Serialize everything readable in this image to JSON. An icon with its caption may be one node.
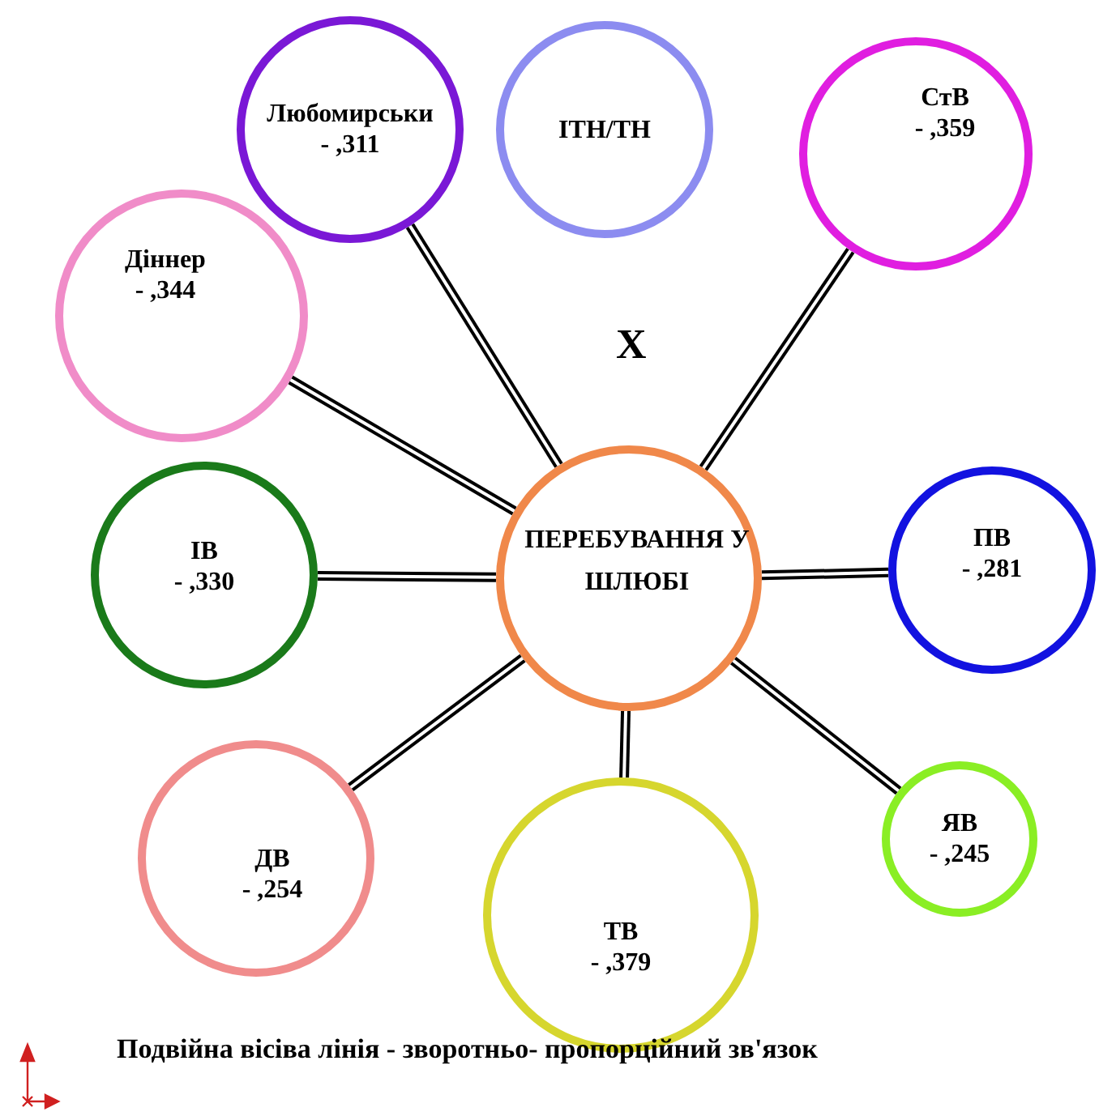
{
  "diagram": {
    "nodes": [
      {
        "text": [
          "Любомирськи",
          "- ,311"
        ]
      },
      {
        "text": [
          "ІТН/ТН"
        ]
      },
      {
        "text": [
          "СтВ",
          "- ,359"
        ]
      },
      {
        "text": [
          "Діннер",
          "- ,344"
        ]
      },
      {
        "text": [
          "ІВ",
          "- ,330"
        ]
      },
      {
        "text": [
          "ПЕРЕБУВАННЯ У ШЛЮБІ"
        ]
      },
      {
        "text": [
          "ПВ",
          "- ,281"
        ]
      },
      {
        "text": [
          "ДВ",
          "- ,254"
        ]
      },
      {
        "text": [
          "ТВ",
          "- ,379"
        ]
      },
      {
        "text": [
          "ЯВ",
          "- ,245"
        ]
      }
    ],
    "edges": [
      {
        "from": 0,
        "to": 5,
        "arrow": "none"
      },
      {
        "from": 3,
        "to": 5,
        "arrow": "none"
      },
      {
        "from": 2,
        "to": 5,
        "arrow": "none"
      },
      {
        "from": 4,
        "to": 5,
        "arrow": "none"
      },
      {
        "from": 6,
        "to": 5,
        "arrow": "none"
      },
      {
        "from": 7,
        "to": 5,
        "arrow": "none"
      },
      {
        "from": 8,
        "to": 5,
        "arrow": "none"
      },
      {
        "from": 9,
        "to": 5,
        "arrow": "none"
      }
    ],
    "labels": [
      "X",
      "Подвійна вісіва лінія - зворотньо- пропорційний зв'язок"
    ]
  }
}
